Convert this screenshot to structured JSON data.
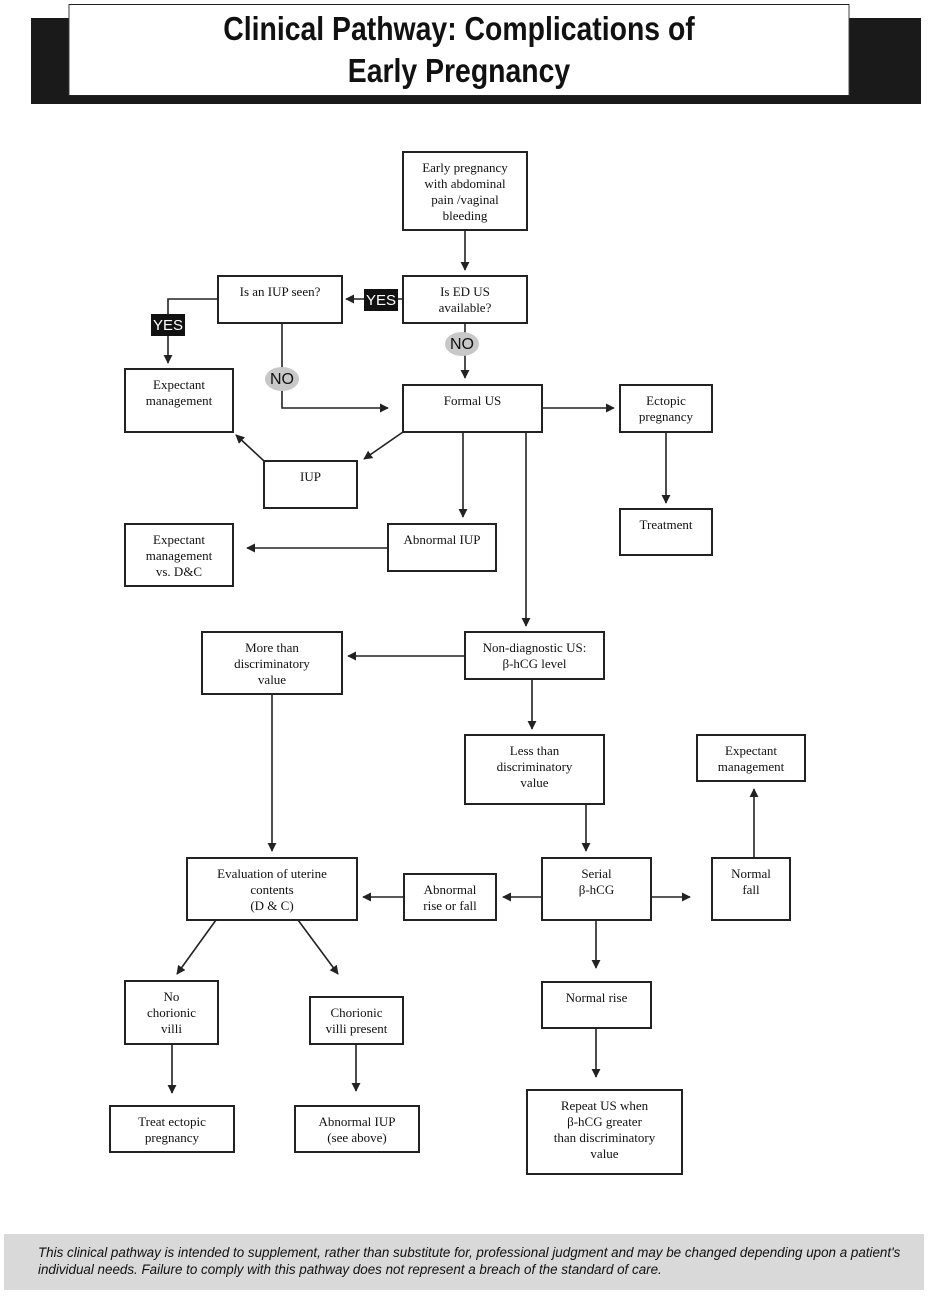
{
  "title": {
    "line1": "Clinical Pathway: Complications of",
    "line2": "Early Pregnancy"
  },
  "nodes": [
    {
      "id": "start",
      "lines": [
        "Early pregnancy",
        "with abdominal",
        "pain /vaginal",
        "bleeding"
      ]
    },
    {
      "id": "ed-us",
      "lines": [
        "Is ED US",
        "available?"
      ]
    },
    {
      "id": "iup-seen",
      "lines": [
        "Is an IUP seen?"
      ]
    },
    {
      "id": "expectant-1",
      "lines": [
        "Expectant",
        "management"
      ]
    },
    {
      "id": "formal-us",
      "lines": [
        "Formal US"
      ]
    },
    {
      "id": "ectopic",
      "lines": [
        "Ectopic",
        "pregnancy"
      ]
    },
    {
      "id": "iup",
      "lines": [
        "IUP"
      ]
    },
    {
      "id": "treatment",
      "lines": [
        "Treatment"
      ]
    },
    {
      "id": "abnormal-iup",
      "lines": [
        "Abnormal IUP"
      ]
    },
    {
      "id": "expectant-dc",
      "lines": [
        "Expectant",
        "management",
        "vs. D&C"
      ]
    },
    {
      "id": "non-diagnostic",
      "lines": [
        "Non-diagnostic US:",
        "β-hCG level"
      ]
    },
    {
      "id": "more-than",
      "lines": [
        "More than",
        "discriminatory",
        "value"
      ]
    },
    {
      "id": "less-than",
      "lines": [
        "Less than",
        "discriminatory",
        "value"
      ]
    },
    {
      "id": "expectant-2",
      "lines": [
        "Expectant",
        "management"
      ]
    },
    {
      "id": "evaluation",
      "lines": [
        "Evaluation of uterine",
        "contents",
        "(D & C)"
      ]
    },
    {
      "id": "abnormal-rise",
      "lines": [
        "Abnormal",
        "rise or fall"
      ]
    },
    {
      "id": "serial",
      "lines": [
        "Serial",
        "β-hCG"
      ]
    },
    {
      "id": "normal-fall",
      "lines": [
        "Normal",
        "fall"
      ]
    },
    {
      "id": "no-villi",
      "lines": [
        "No",
        "chorionic",
        "villi"
      ]
    },
    {
      "id": "villi-present",
      "lines": [
        "Chorionic",
        "villi present"
      ]
    },
    {
      "id": "normal-rise",
      "lines": [
        "Normal rise"
      ]
    },
    {
      "id": "treat-ectopic",
      "lines": [
        "Treat ectopic",
        "pregnancy"
      ]
    },
    {
      "id": "abnormal-iup-above",
      "lines": [
        "Abnormal IUP",
        "(see above)"
      ]
    },
    {
      "id": "repeat-us",
      "lines": [
        "Repeat US when",
        "β-hCG greater",
        "than discriminatory",
        "value"
      ]
    }
  ],
  "tags": [
    {
      "id": "yes-ed-us",
      "kind": "yes",
      "label": "YES"
    },
    {
      "id": "yes-iup",
      "kind": "yes",
      "label": "YES"
    },
    {
      "id": "no-ed-us",
      "kind": "no",
      "label": "NO"
    },
    {
      "id": "no-iup",
      "kind": "no",
      "label": "NO"
    }
  ],
  "disclaimer": "This clinical pathway is intended to supplement, rather than substitute for, professional judgment and may be changed depending upon a patient's individual needs. Failure to comply with this pathway does not represent a breach of the standard of care."
}
